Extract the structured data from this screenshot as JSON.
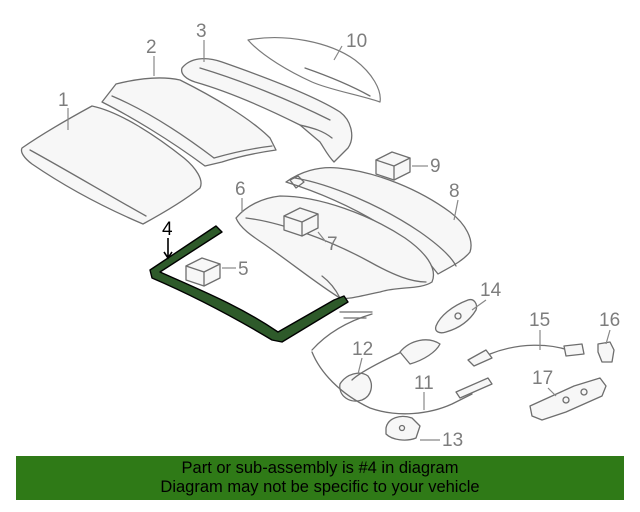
{
  "diagram": {
    "callouts": [
      "1",
      "2",
      "3",
      "4",
      "5",
      "6",
      "7",
      "8",
      "9",
      "10",
      "11",
      "12",
      "13",
      "14",
      "15",
      "16",
      "17"
    ],
    "highlighted_part": "4",
    "highlight_color": "#2e5a2a"
  },
  "banner": {
    "line1": "Part or sub-assembly is #4 in diagram",
    "line2": "Diagram may not be specific to your vehicle",
    "background": "#2f7a17"
  }
}
